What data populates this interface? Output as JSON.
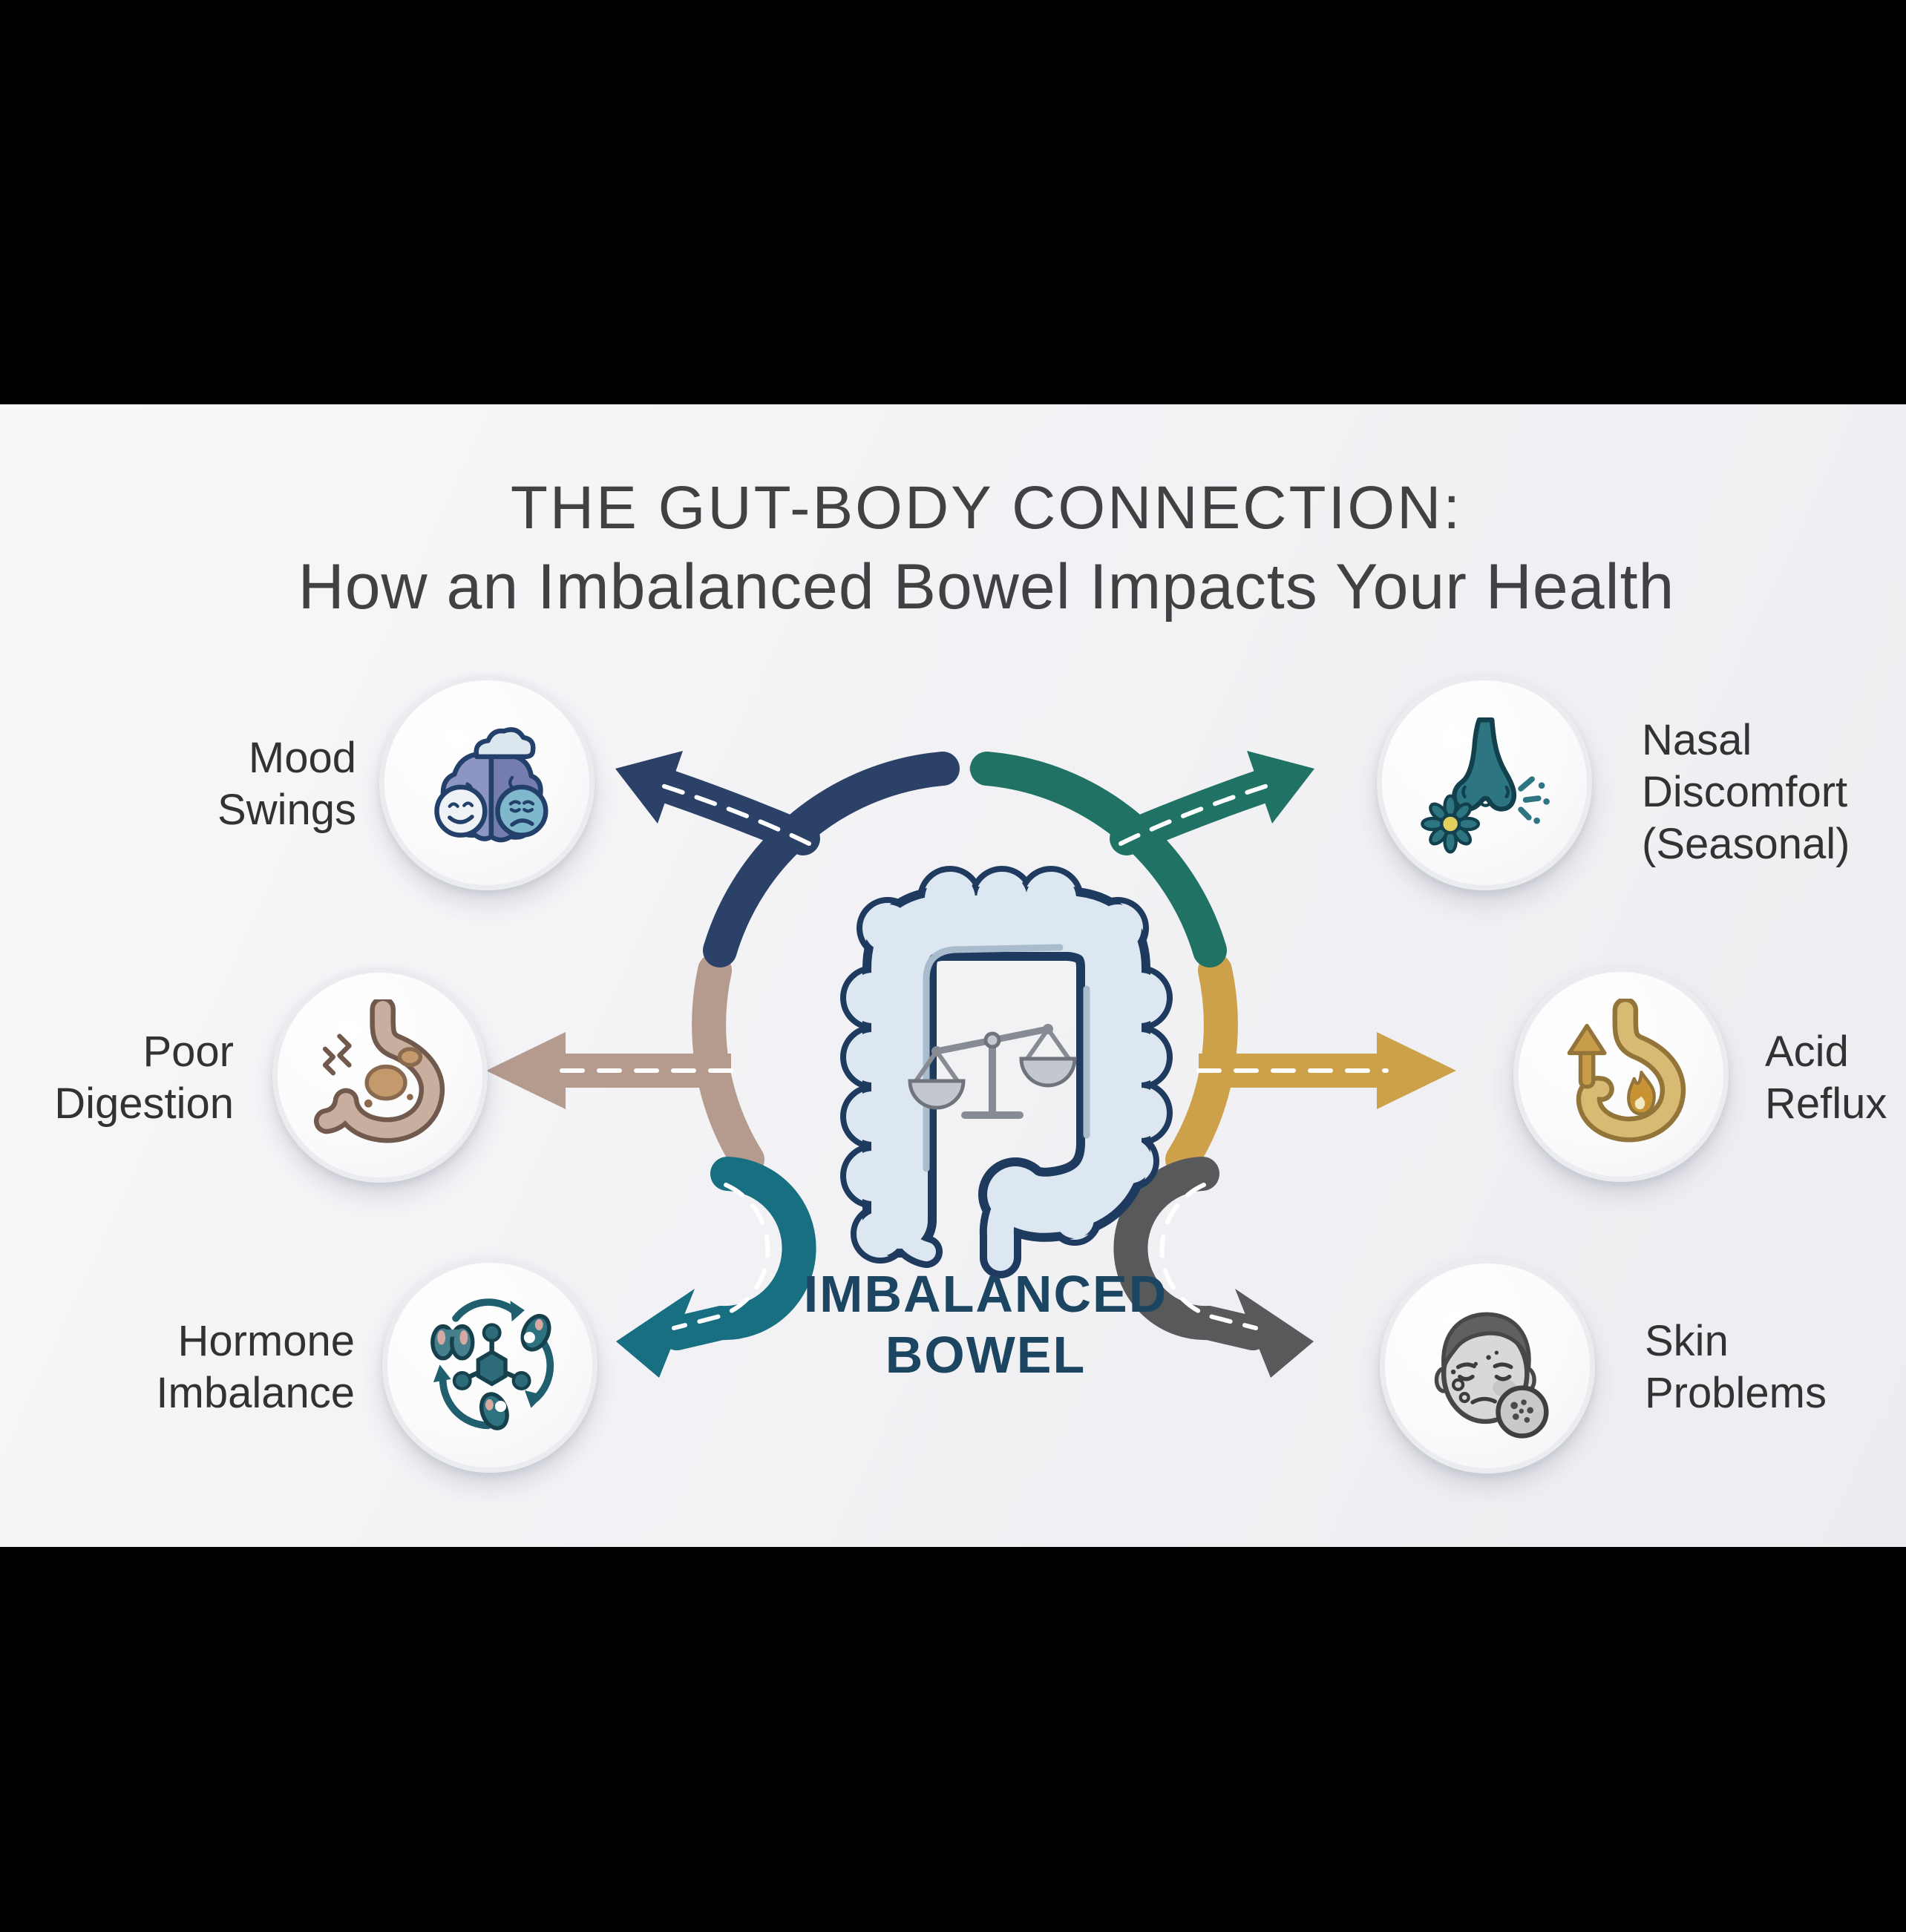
{
  "title": {
    "line1": "THE GUT-BODY CONNECTION:",
    "line2": "How an Imbalanced Bowel Impacts Your Health"
  },
  "center": {
    "label_line1": "IMBALANCED",
    "label_line2": "BOWEL",
    "icon": "large-intestine-icon",
    "inner_icon": "balance-scale-icon"
  },
  "nodes": [
    {
      "id": "mood-swings",
      "lines": [
        "Mood",
        "Swings"
      ],
      "icon": "brain-mood-icon",
      "arrow_color": "#2b4168",
      "arrow_direction": "up-left",
      "position": "top-left"
    },
    {
      "id": "poor-digestion",
      "lines": [
        "Poor",
        "Digestion"
      ],
      "icon": "stomach-pain-icon",
      "arrow_color": "#b49b8e",
      "arrow_direction": "left",
      "position": "middle-left"
    },
    {
      "id": "hormone-imbalance",
      "lines": [
        "Hormone",
        "Imbalance"
      ],
      "icon": "hormone-cycle-icon",
      "arrow_color": "#186f81",
      "arrow_direction": "down-left",
      "position": "bottom-left"
    },
    {
      "id": "nasal-discomfort",
      "lines": [
        "Nasal",
        "Discomfort",
        "(Seasonal)"
      ],
      "icon": "nose-allergy-icon",
      "arrow_color": "#1f7264",
      "arrow_direction": "up-right",
      "position": "top-right"
    },
    {
      "id": "acid-reflux",
      "lines": [
        "Acid",
        "Reflux"
      ],
      "icon": "stomach-reflux-icon",
      "arrow_color": "#cda04a",
      "arrow_direction": "right",
      "position": "middle-right"
    },
    {
      "id": "skin-problems",
      "lines": [
        "Skin",
        "Problems"
      ],
      "icon": "face-acne-icon",
      "arrow_color": "#58595b",
      "arrow_direction": "down-right",
      "position": "bottom-right"
    }
  ],
  "style": {
    "background": "#f2f2f5",
    "letterbox": "#000000",
    "title_color": "#414144",
    "label_color": "#323232",
    "center_label_color": "#1b4560",
    "dashed_circle_color": "#c3c7cd",
    "bowel_outline": "#1e3a5f",
    "bowel_fill": "#dde7f2",
    "scale_gray": "#878c94"
  }
}
